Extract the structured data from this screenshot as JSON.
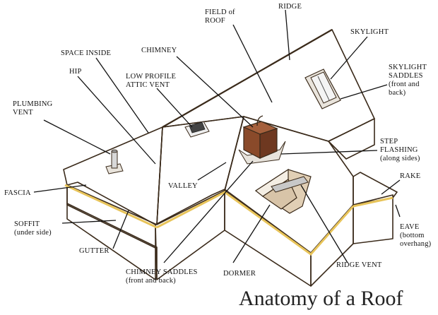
{
  "title": "Anatomy of a Roof",
  "labels": {
    "field_of_roof": [
      "FIELD of",
      "ROOF"
    ],
    "ridge": "RIDGE",
    "skylight": "SKYLIGHT",
    "skylight_saddles": [
      "SKYLIGHT",
      "SADDLES",
      "(front and",
      "back)"
    ],
    "chimney": "CHIMNEY",
    "space_inside": "SPACE INSIDE",
    "hip": "HIP",
    "low_profile_attic_vent": [
      "LOW PROFILE",
      "ATTIC VENT"
    ],
    "plumbing_vent": [
      "PLUMBING",
      "VENT"
    ],
    "step_flashing": [
      "STEP",
      "FLASHING",
      "(along sides)"
    ],
    "valley": "VALLEY",
    "rake": "RAKE",
    "fascia": "FASCIA",
    "soffit": [
      "SOFFIT",
      "(under side)"
    ],
    "eave": [
      "EAVE",
      "(bottom",
      "overhang)"
    ],
    "gutter": "GUTTER",
    "chimney_saddles": [
      "CHIMNEY SADDLES",
      "(front and back)"
    ],
    "dormer": "DORMER",
    "ridge_vent": "RIDGE VENT"
  },
  "colors": {
    "roof": "#b08d63",
    "roof_dark": "#9a774f",
    "roof_light": "#c4a67f",
    "wall": "#d8c4a8",
    "wall_dark": "#c9b292",
    "trim": "#e8c45a",
    "chimney": "#8a4a2a",
    "chimney_dark": "#6e3820",
    "skylight_glass": "#f4f4f4",
    "outline": "#3a2a1a"
  }
}
